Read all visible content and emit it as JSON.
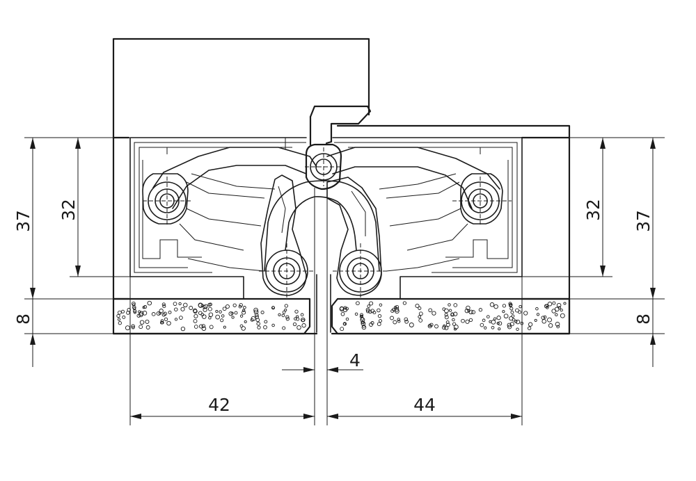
{
  "dimensions": {
    "left_height_outer": "37",
    "left_height_inner": "32",
    "right_height_inner": "32",
    "right_height_outer": "37",
    "left_plate": "8",
    "right_plate": "8",
    "gap": "4",
    "left_width": "42",
    "right_width": "44"
  },
  "colors": {
    "line": "#1a1a1a",
    "background": "#ffffff"
  }
}
